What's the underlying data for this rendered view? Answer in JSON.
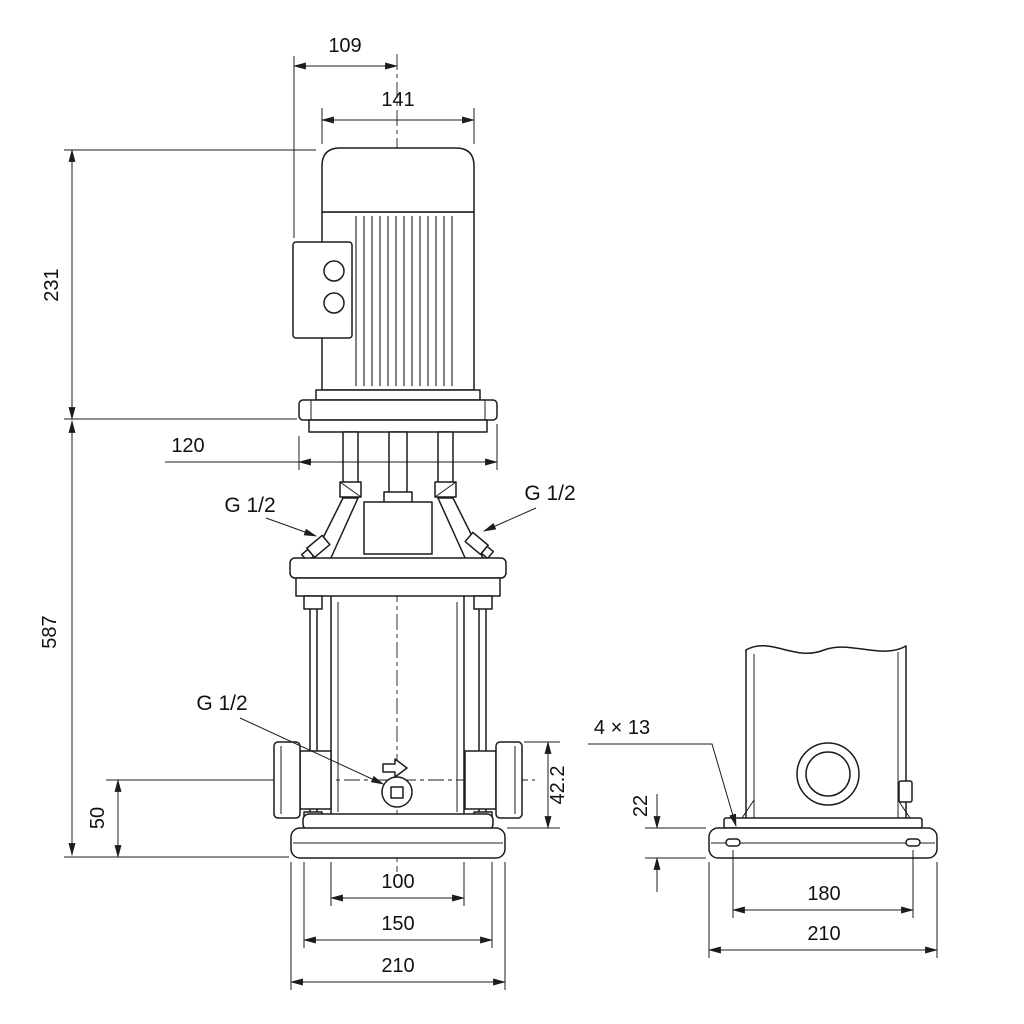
{
  "page": {
    "background": "#ffffff",
    "line_color": "#1c1c1c"
  },
  "front_view": {
    "dims": {
      "d109": "109",
      "d141": "141",
      "d231": "231",
      "d120": "120",
      "d587": "587",
      "d50": "50",
      "d42_2": "42.2",
      "d100": "100",
      "d150": "150",
      "d210": "210"
    },
    "labels": {
      "g12_left": "G 1/2",
      "g12_right": "G 1/2",
      "g12_drain": "G 1/2"
    }
  },
  "side_view": {
    "dims": {
      "bolt_holes": "4 × 13",
      "d22": "22",
      "d180": "180",
      "d210": "210"
    }
  }
}
